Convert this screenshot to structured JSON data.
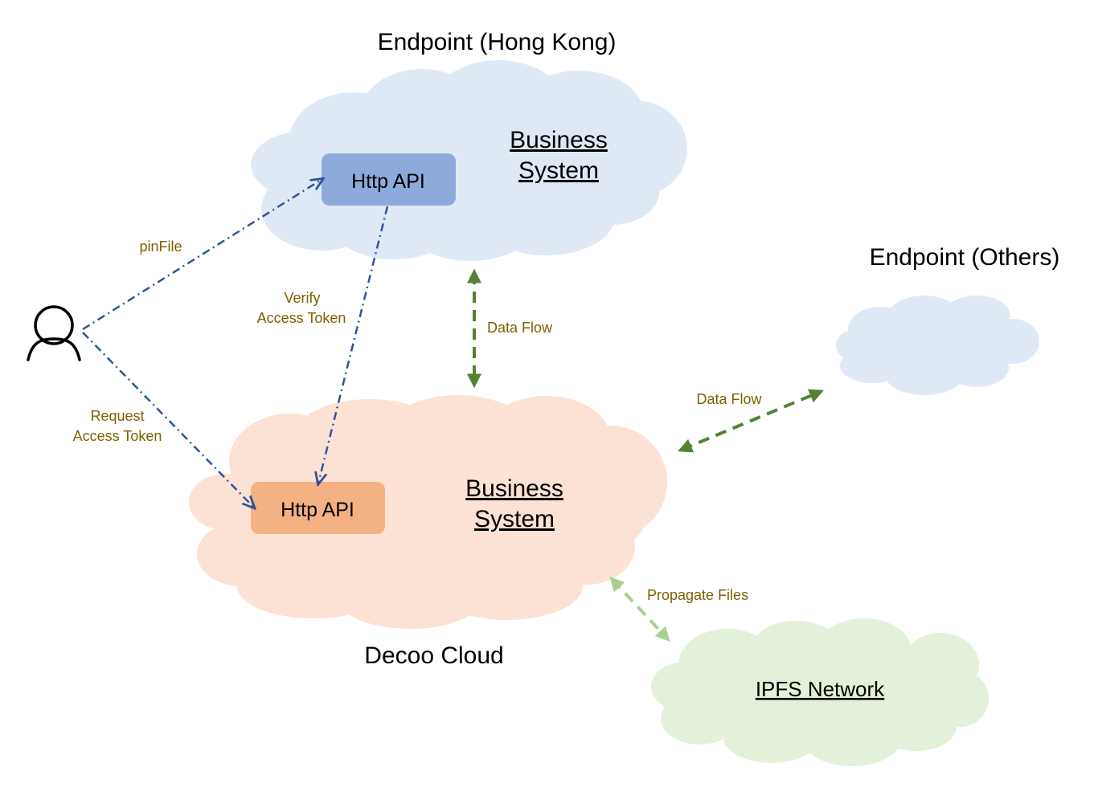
{
  "labels": {
    "hk_endpoint": "Endpoint (Hong Kong)",
    "others_endpoint": "Endpoint (Others)",
    "decoo_cloud": "Decoo Cloud"
  },
  "hk": {
    "api": "Http API",
    "system_line1": "Business",
    "system_line2": "System"
  },
  "decoo": {
    "api": "Http API",
    "system_line1": "Business",
    "system_line2": "System"
  },
  "ipfs": {
    "label": "IPFS Network"
  },
  "edges": {
    "pin_file": "pinFile",
    "verify_line1": "Verify",
    "verify_line2": "Access Token",
    "request_line1": "Request",
    "request_line2": "Access Token",
    "data_flow_vertical": "Data Flow",
    "data_flow_diagonal": "Data Flow",
    "propagate_files": "Propagate Files"
  },
  "icons": {
    "user": "user-icon"
  },
  "colors": {
    "hk_cloud": "#dfe9f6",
    "others_cloud": "#dfe9f6",
    "decoo_cloud": "#fbe2d5",
    "ipfs_cloud": "#e3f0da",
    "hk_api_box": "#8eaadb",
    "decoo_api_box": "#f4b183",
    "blue_arrow": "#2f5597",
    "green_arrow": "#548235",
    "light_green_arrow": "#a9d18e",
    "edge_label": "#7f6000"
  }
}
